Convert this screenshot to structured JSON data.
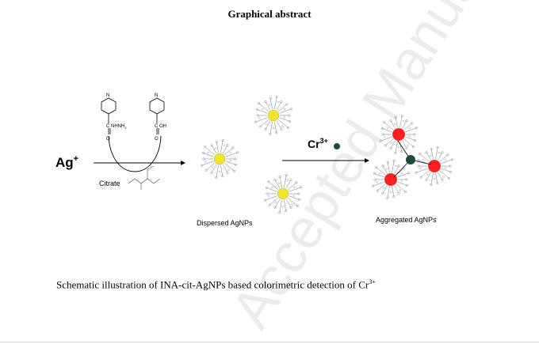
{
  "header": {
    "title": "Graphical abstract"
  },
  "scheme": {
    "reactant": "Ag",
    "reactant_charge": "+",
    "group1": "C NHNH",
    "group1_sub": "2",
    "group1_o": "O",
    "group2": "C OH",
    "group2_o": "O",
    "ring_n": "N",
    "citrate_label": "Citrate",
    "dispersed_label": "Dispersed AgNPs",
    "ion": "Cr",
    "ion_charge": "3+",
    "aggregated_label": "Aggregated AgNPs"
  },
  "caption": {
    "text": "Schematic illustration of INA-cit-AgNPs based colorimetric detection of Cr",
    "sup": "3+"
  },
  "watermark": {
    "text": "Accepted Manuscript"
  },
  "colors": {
    "silver_np": "#f2e32a",
    "aggregated_np": "#ff1f1f",
    "cr_ion": "#1f4a3c"
  }
}
